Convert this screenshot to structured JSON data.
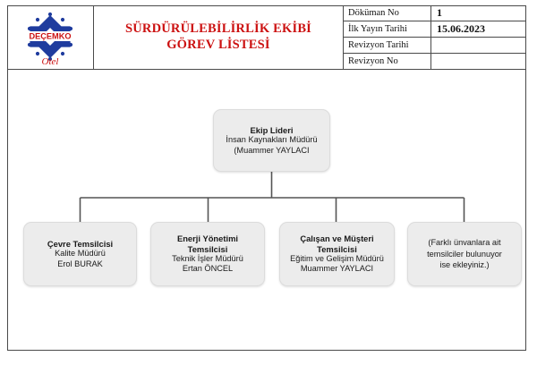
{
  "header": {
    "logo": {
      "icon": "decemko-emblem-icon",
      "brand_text": "DEÇEMKO",
      "sub_text": "Otel",
      "brand_color": "#cc1111",
      "emblem_color": "#1f3c9e"
    },
    "title": {
      "line1": "SÜRDÜRÜLEBİLİRLİK EKİBİ",
      "line2": "GÖREV LİSTESİ",
      "color": "#cc1111"
    },
    "meta_rows": [
      {
        "label": "Döküman No",
        "value": "1"
      },
      {
        "label": "İlk Yayın Tarihi",
        "value": "15.06.2023"
      },
      {
        "label": "Revizyon Tarihi",
        "value": ""
      },
      {
        "label": "Revizyon No",
        "value": ""
      }
    ]
  },
  "chart_data": {
    "type": "diagram",
    "title": "SÜRDÜRÜLEBİLİRLİK EKİBİ GÖREV LİSTESİ",
    "layout": "org-chart",
    "node_fill": "#ececec",
    "connector_color": "#545454",
    "root": {
      "title": "Ekip Lideri",
      "sub1": "İnsan Kaynakları Müdürü",
      "sub2": "(Muammer YAYLACI"
    },
    "children": [
      {
        "title_line1": "Çevre Temsilcisi",
        "title_line2": "",
        "sub1": "Kalite Müdürü",
        "sub2": "Erol BURAK",
        "note": ""
      },
      {
        "title_line1": "Enerji Yönetimi",
        "title_line2": "Temsilcisi",
        "sub1": "Teknik İşler Müdürü",
        "sub2": "Ertan ÖNCEL",
        "note": ""
      },
      {
        "title_line1": "Çalışan ve Müşteri",
        "title_line2": "Temsilcisi",
        "sub1": "Eğitim ve Gelişim Müdürü",
        "sub2": "Muammer YAYLACI",
        "note": ""
      },
      {
        "title_line1": "",
        "title_line2": "",
        "sub1": "",
        "sub2": "",
        "note_line1": "(Farklı ünvanlara ait",
        "note_line2": "temsilciler bulunuyor",
        "note_line3": "ise ekleyiniz.)"
      }
    ]
  }
}
